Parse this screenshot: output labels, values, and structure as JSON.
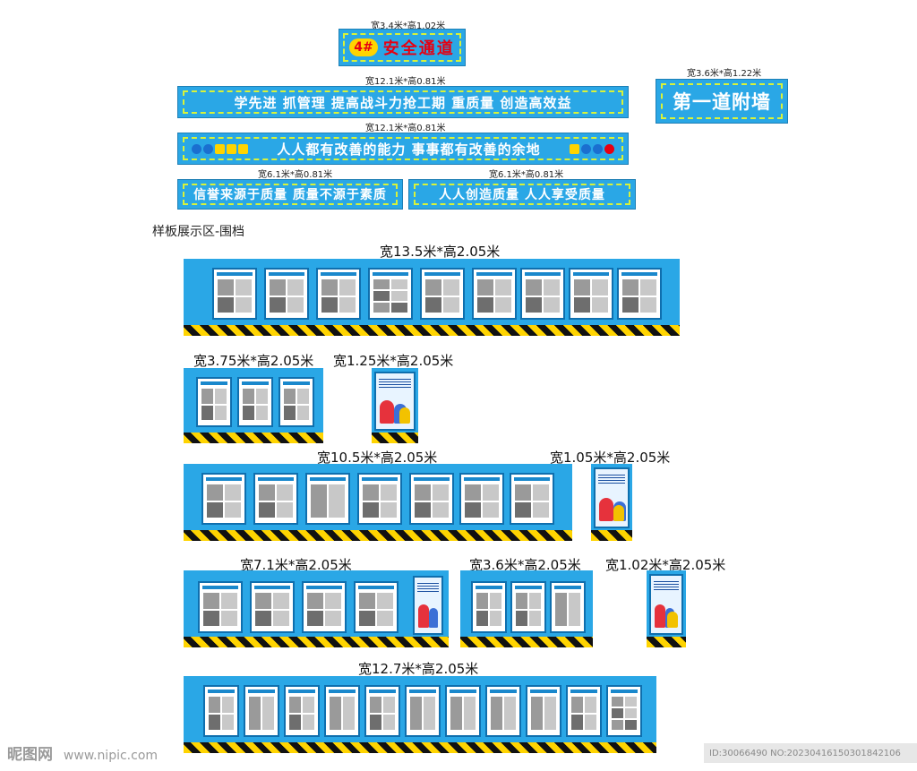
{
  "top_banners": {
    "safety": {
      "dim": "宽3.4米*高1.02米",
      "badge": "4#",
      "text": "安全通道"
    },
    "slogan1": {
      "dim": "宽12.1米*高0.81米",
      "text": "学先进  抓管理  提高战斗力抢工期  重质量  创造高效益"
    },
    "slogan2": {
      "dim": "宽12.1米*高0.81米",
      "text": "人人都有改善的能力  事事都有改善的余地"
    },
    "slogan3": {
      "dim": "宽6.1米*高0.81米",
      "text": "信誉来源于质量  质量不源于素质"
    },
    "slogan4": {
      "dim": "宽6.1米*高0.81米",
      "text": "人人创造质量  人人享受质量"
    },
    "wall": {
      "dim": "宽3.6米*高1.22米",
      "text": "第一道附墙"
    }
  },
  "section_title": "样板展示区-围档",
  "boards": {
    "b1": {
      "dim": "宽13.5米*高2.05米"
    },
    "b2": {
      "dim": "宽3.75米*高2.05米"
    },
    "b3": {
      "dim": "宽1.25米*高2.05米"
    },
    "b4": {
      "dim": "宽10.5米*高2.05米"
    },
    "b5": {
      "dim": "宽1.05米*高2.05米"
    },
    "b6": {
      "dim": "宽7.1米*高2.05米"
    },
    "b7": {
      "dim": "宽3.6米*高2.05米"
    },
    "b8": {
      "dim": "宽1.02米*高2.05米"
    },
    "b9": {
      "dim": "宽12.7米*高2.05米"
    }
  },
  "watermark": {
    "logo": "昵图网",
    "url": "www.nipic.com"
  },
  "image_id": "ID:30066490 NO:20230416150301842106",
  "colors": {
    "board_blue": "#2aa7e6",
    "dash_yellow": "#d8f23a",
    "stripe_yellow": "#ffd400",
    "red": "#e60012"
  }
}
